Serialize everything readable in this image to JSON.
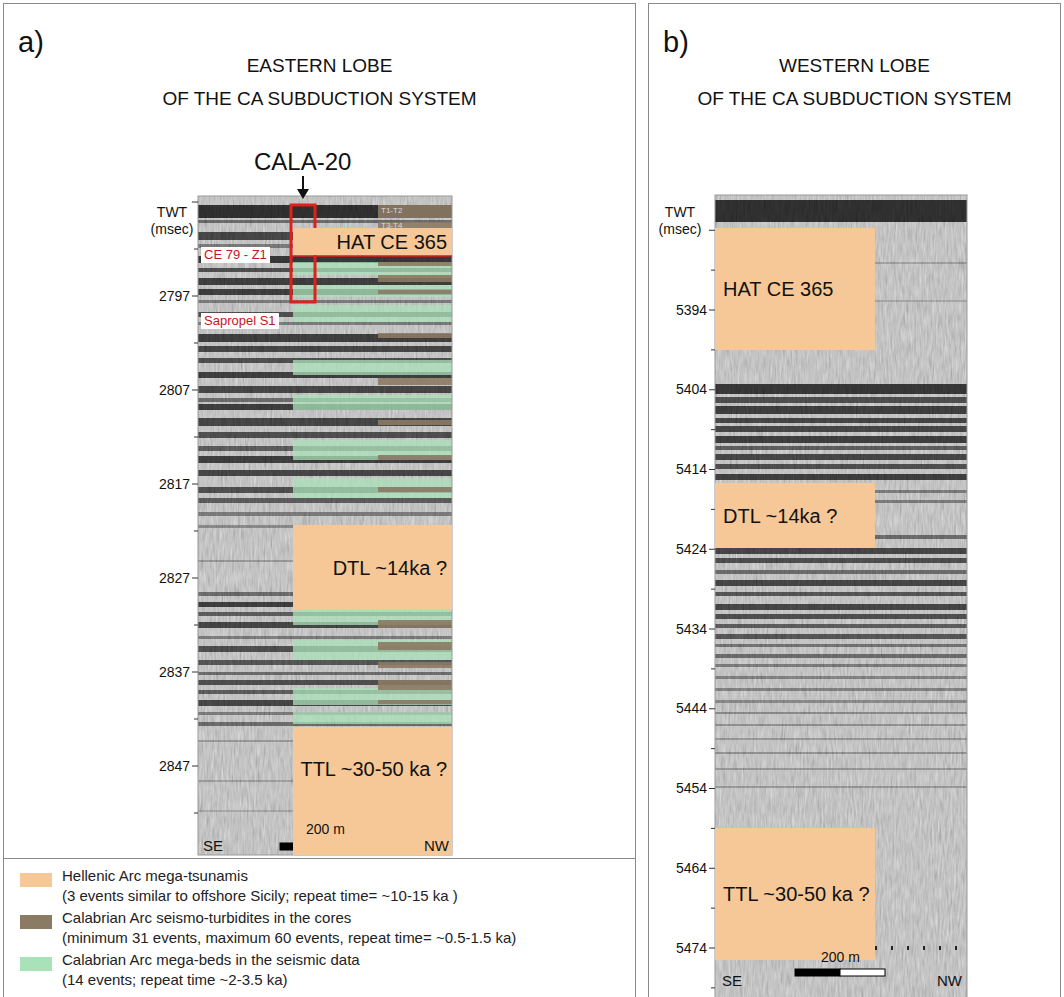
{
  "diagram": {
    "nodes": [
      {
        "text": [
          "a)",
          "EASTERN LOBE OF THE CA SUBDUCTION SYSTEM"
        ]
      },
      {
        "text": [
          "HAT CE 365"
        ],
        "in": 0
      },
      {
        "text": [
          "DTL ~14ka ?"
        ],
        "in": 0
      },
      {
        "text": [
          "TTL ~30-50 ka ?"
        ],
        "in": 0
      },
      {
        "text": [
          "b)",
          "WESTERN LOBE OF THE CA SUBDUCTION SYSTEM"
        ]
      },
      {
        "text": [
          "HAT CE 365"
        ],
        "in": 4
      },
      {
        "text": [
          "DTL ~14ka ?"
        ],
        "in": 4
      },
      {
        "text": [
          "TTL ~30-50 ka ?"
        ],
        "in": 4
      }
    ],
    "labels": [
      "CALA-20",
      "TWT (msec)",
      "CE 79 - Z1",
      "Sapropel S1",
      "T1-T2",
      "T3-T4",
      "2797",
      "2807",
      "2817",
      "2827",
      "2837",
      "2847",
      "SE",
      "200 m",
      "NW",
      "TWT (msec)",
      "5394",
      "5404",
      "5414",
      "5424",
      "5434",
      "5444",
      "5454",
      "5464",
      "5474",
      "SE",
      "200 m",
      "NW"
    ],
    "legend": [
      {
        "text": "Hellenic Arc mega-tsunamis (3 events similar to offshore Sicily; repeat time= ~10-15 ka )",
        "color": "#f7c897"
      },
      {
        "text": "Calabrian Arc seismo-turbidites in the cores (minimum 31 events, maximum 60 events, repeat time= ~0.5-1.5 ka)",
        "color": "#8b7a64"
      },
      {
        "text": "Calabrian Arc mega-beds in the seismic data (14 events; repeat time ~2-3.5 ka)",
        "color": "#a9e2b8"
      }
    ]
  }
}
